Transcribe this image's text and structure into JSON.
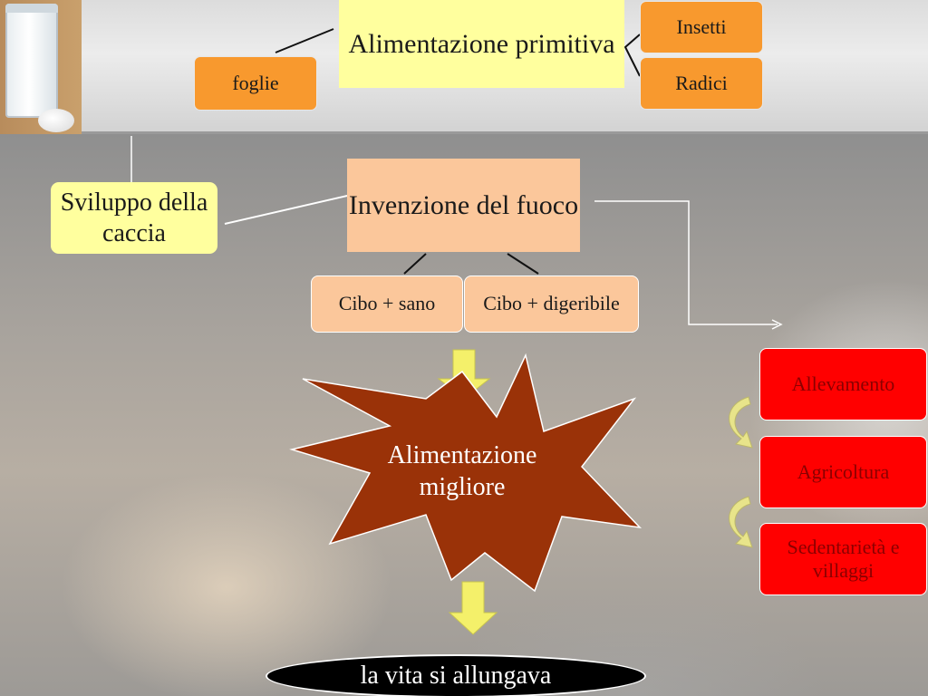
{
  "nodes": {
    "title": "Alimentazione primitiva",
    "foglie": "foglie",
    "insetti": "Insetti",
    "radici": "Radici",
    "caccia": "Sviluppo della caccia",
    "fuoco": "Invenzione del fuoco",
    "cibo_sano": "Cibo + sano",
    "cibo_digeribile": "Cibo + digeribile",
    "alimentazione_migliore": "Alimentazione migliore",
    "vita": "la vita si allungava",
    "allevamento": "Allevamento",
    "agricoltura": "Agricoltura",
    "sedentarieta": "Sedentarietà e villaggi"
  },
  "colors": {
    "orange": "#f8992e",
    "peach": "#fbc79b",
    "yellow": "#ffff9e",
    "red": "#ff0000",
    "starburst": "#9a3208",
    "arrow": "#f4f06a"
  }
}
